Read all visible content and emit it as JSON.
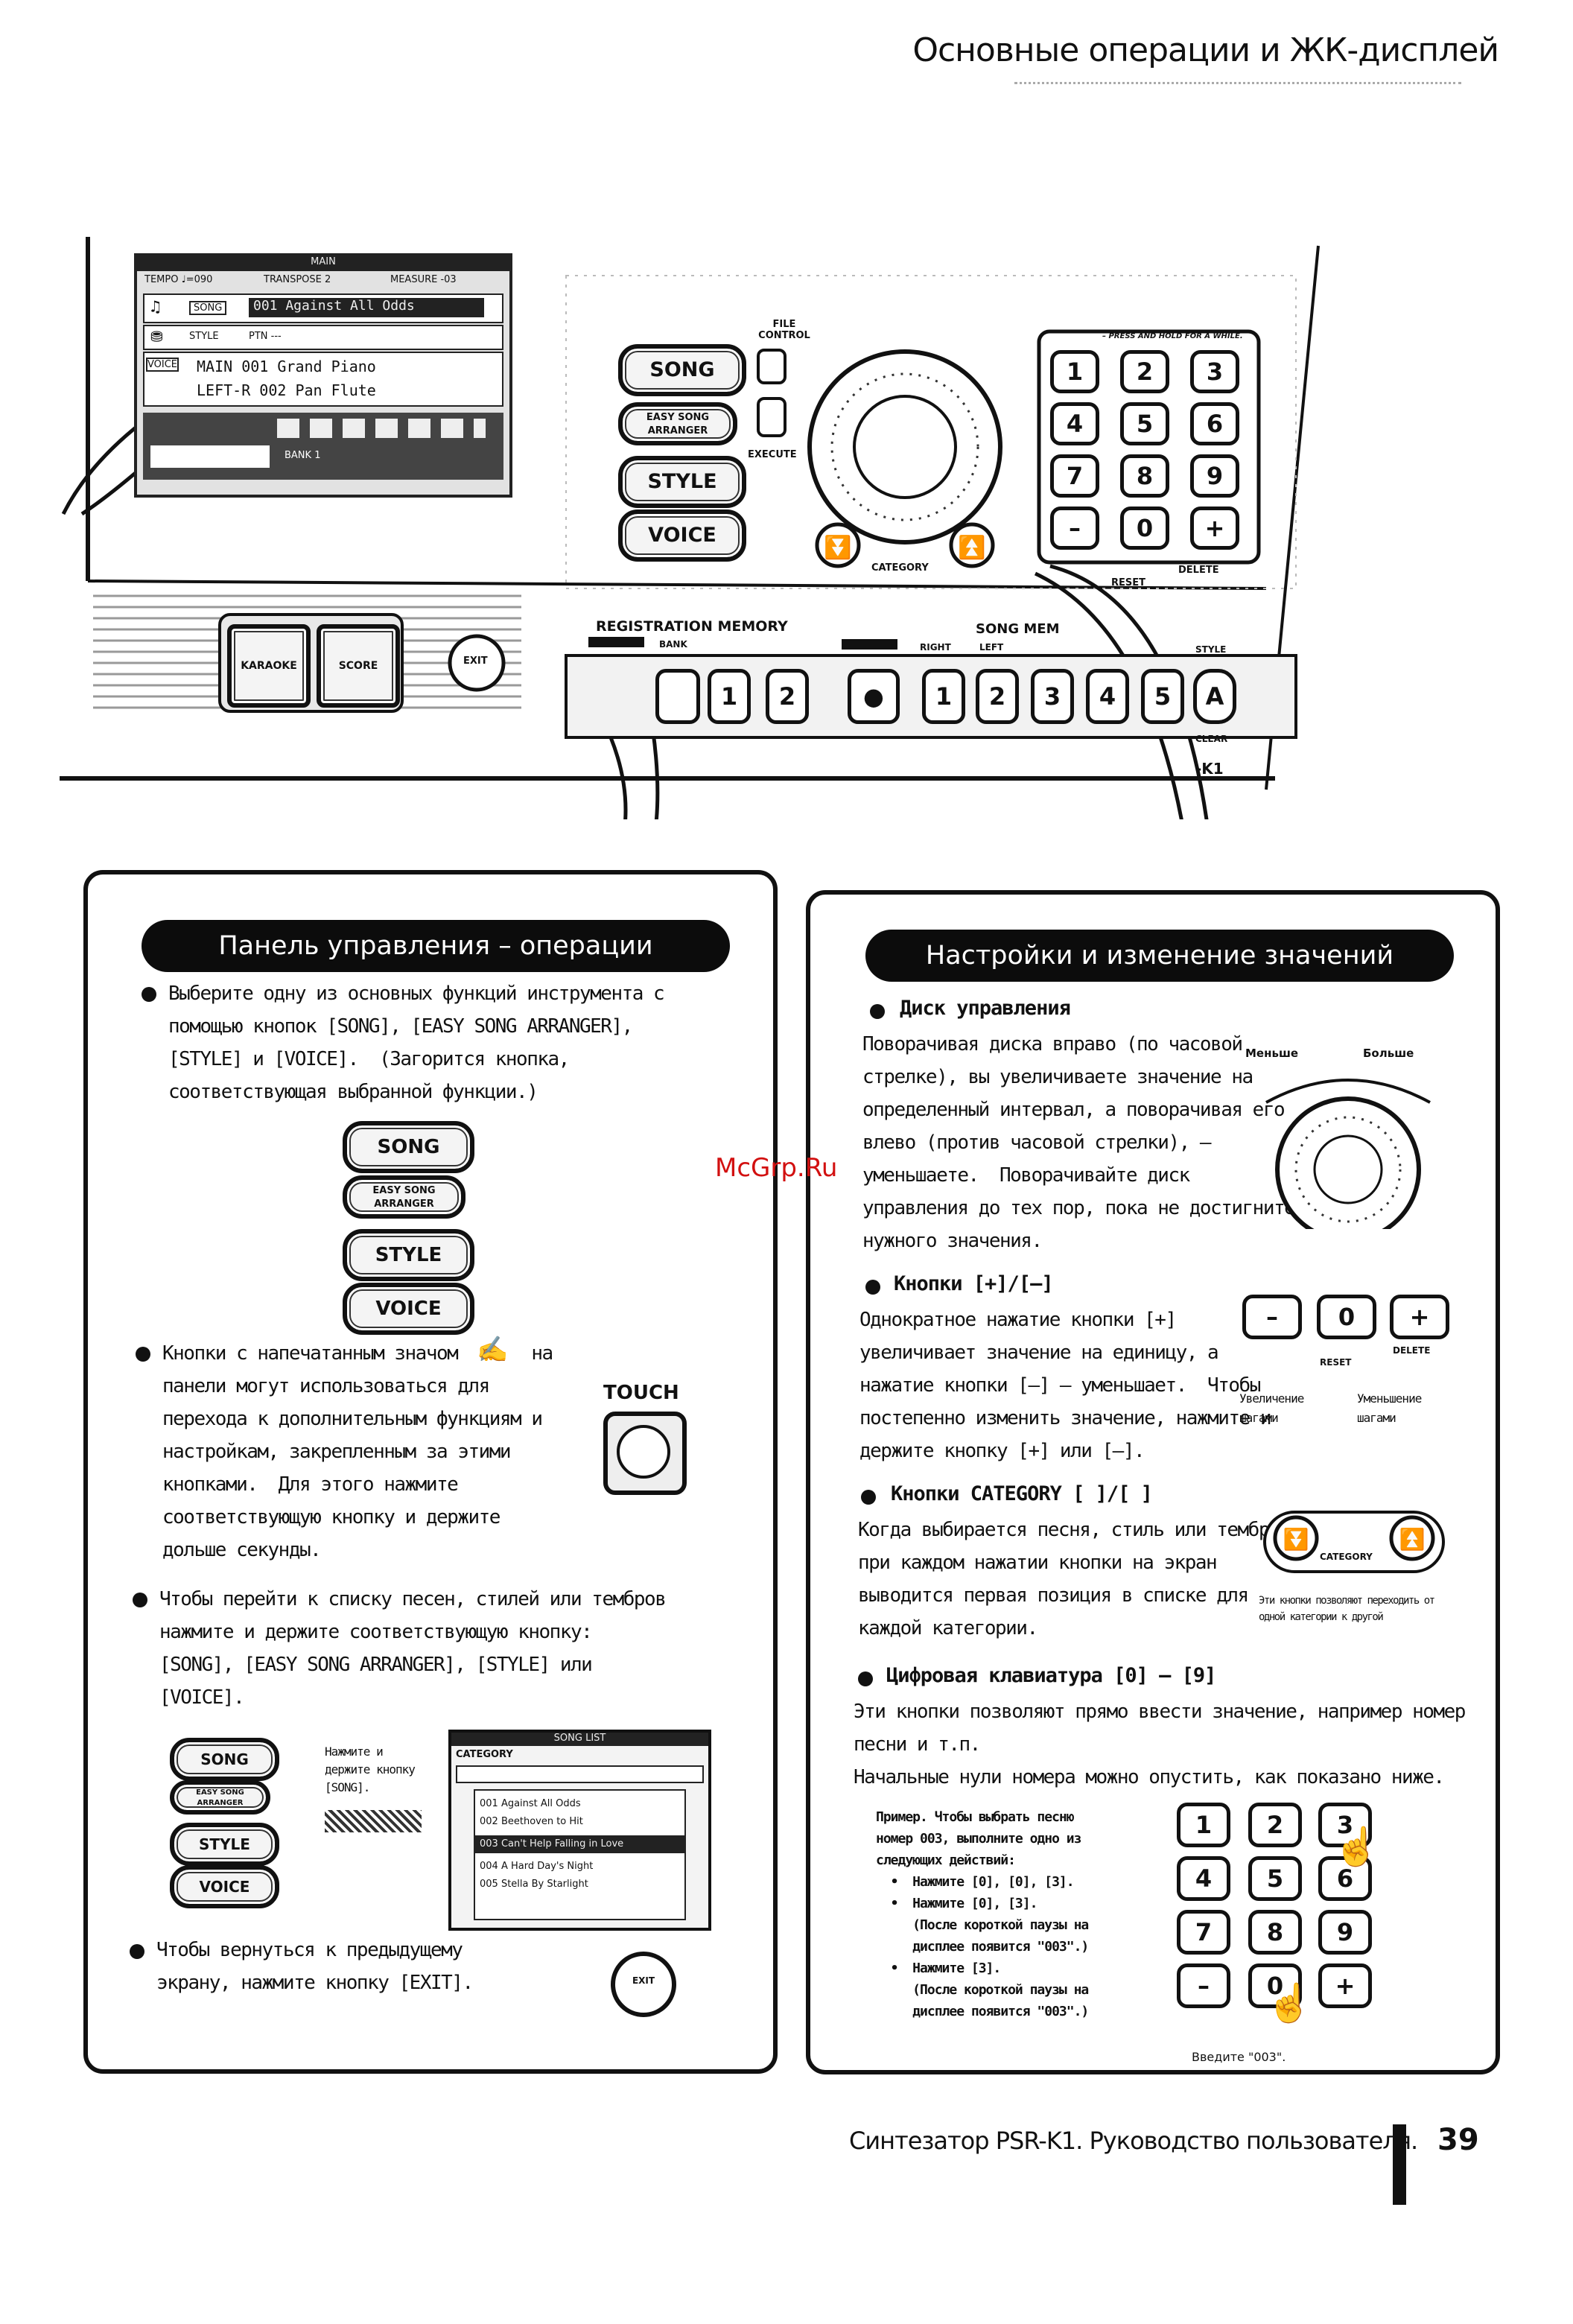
{
  "page_header": "Основные операции и ЖК-дисплей",
  "lcd": {
    "title": "MAIN",
    "tempo": "TEMPO ♩=090",
    "transpose": "TRANSPOSE 2",
    "measure": "MEASURE -03",
    "song_tag": "SONG",
    "song_name": "001 Against All Odds",
    "style_tag": "STYLE",
    "style_value": "PTN ---",
    "voice_tag": "VOICE",
    "voice_main": "MAIN 001 Grand Piano",
    "voice_left": "LEFT-R 002 Pan Flute",
    "bank": "BANK 1"
  },
  "panel_buttons": {
    "song": "SONG",
    "easy_song_arranger": "EASY SONG ARRANGER",
    "style": "STYLE",
    "voice": "VOICE",
    "file_control": "FILE CONTROL",
    "execute": "EXECUTE",
    "category": "CATEGORY",
    "press_hold": "– PRESS AND HOLD FOR A WHILE.",
    "delete": "DELETE",
    "reset": "RESET",
    "karaoke": "KARAOKE",
    "score": "SCORE",
    "exit": "EXIT",
    "registration_memory": "REGISTRATION MEMORY",
    "bank": "BANK",
    "song_memory": "SONG MEM",
    "right": "RIGHT",
    "left": "LEFT",
    "style_a": "STYLE",
    "clear": "CLEAR",
    "model": "-K1"
  },
  "keypad": [
    "1",
    "2",
    "3",
    "4",
    "5",
    "6",
    "7",
    "8",
    "9",
    "–",
    "0",
    "+"
  ],
  "strip_keys": [
    "1",
    "2",
    "●",
    "1",
    "2",
    "3",
    "4",
    "5",
    "A"
  ],
  "left_panel": {
    "title": "Панель управления – операции",
    "para1": "Выберите одну из основных функций инструмента с\nпомощью кнопок [SONG], [EASY SONG ARRANGER],\n[STYLE] и [VOICE].  (Загорится кнопка,\nсоответствующая выбранной функции.)",
    "para2": "Кнопки с напечатанным значом       на\nпанели могут использоваться для\nперехода к дополнительным функциям и\nнастройкам, закрепленным за этими\nкнопками.  Для этого нажмите\nсоответствующую кнопку и держите\nдольше секунды.",
    "touch": "TOUCH",
    "para3": "Чтобы перейти к списку песен, стилей или тембров\nнажмите и держите соответствующую кнопку:\n[SONG], [EASY SONG ARRANGER], [STYLE] или\n[VOICE].",
    "hold_note": "Нажмите и\nдержите кнопку\n[SONG].",
    "list_title": "SONG LIST",
    "list_category": "CATEGORY",
    "list_items": [
      "001  Against All Odds",
      "002  Beethoven to Hit",
      "003  Can't Help Falling in Love",
      "004  A Hard Day's Night",
      "005  Stella By Starlight"
    ],
    "para4": "Чтобы вернуться к предыдущему\nэкрану, нажмите кнопку [EXIT].",
    "exit": "EXIT"
  },
  "right_panel": {
    "title": "Настройки и изменение значений",
    "dial_head": "Диск управления",
    "dial_text": "Поворачивая диска вправо (по часовой\nстрелке), вы увеличиваете значение на\nопределенный интервал, а поворачивая его\nвлево (против часовой стрелки), –\nуменьшаете.  Поворачивайте диск\nуправления до тех пор, пока не достигните\nнужного значения.",
    "less": "Меньше",
    "more": "Больше",
    "pm_head": "Кнопки [+]/[–]",
    "pm_text": "Однократное нажатие кнопки [+]\nувеличивает значение на единицу, а\nнажатие кнопки [–] – уменьшает.  Чтобы\nпостепенно изменить значение, нажмите и\nдержите кнопку [+] или [–].",
    "step_up": "Увеличение\nшагами",
    "step_down": "Уменьшение\nшагами",
    "cat_head": "Кнопки CATEGORY [ ]/[ ]",
    "cat_text": "Когда выбирается песня, стиль или тембр,\nпри каждом нажатии кнопки на экран\nвыводится первая позиция в списке для\nкаждой категории.",
    "cat_note": "Эти кнопки позволяют переходить от\nодной категории к другой",
    "num_head": "Цифровая клавиатура [0] – [9]",
    "num_text": "Эти кнопки позволяют прямо ввести значение, например номер\nпесни и т.п.\nНачальные нули номера можно опустить, как показано ниже.",
    "example": "Пример. Чтобы выбрать песню\nномер 003, выполните одно из\nследующих действий:\n  •  Нажмите [0], [0], [3].\n  •  Нажмите [0], [3].\n     (После короткой паузы на\n     дисплее появится \"003\".)\n  •  Нажмите [3].\n     (После короткой паузы на\n     дисплее появится \"003\".)",
    "enter": "Введите \"003\"."
  },
  "watermark": "McGrp.Ru",
  "footer": "Синтезатор PSR-K1. Руководство пользователя.",
  "page_number": "39"
}
